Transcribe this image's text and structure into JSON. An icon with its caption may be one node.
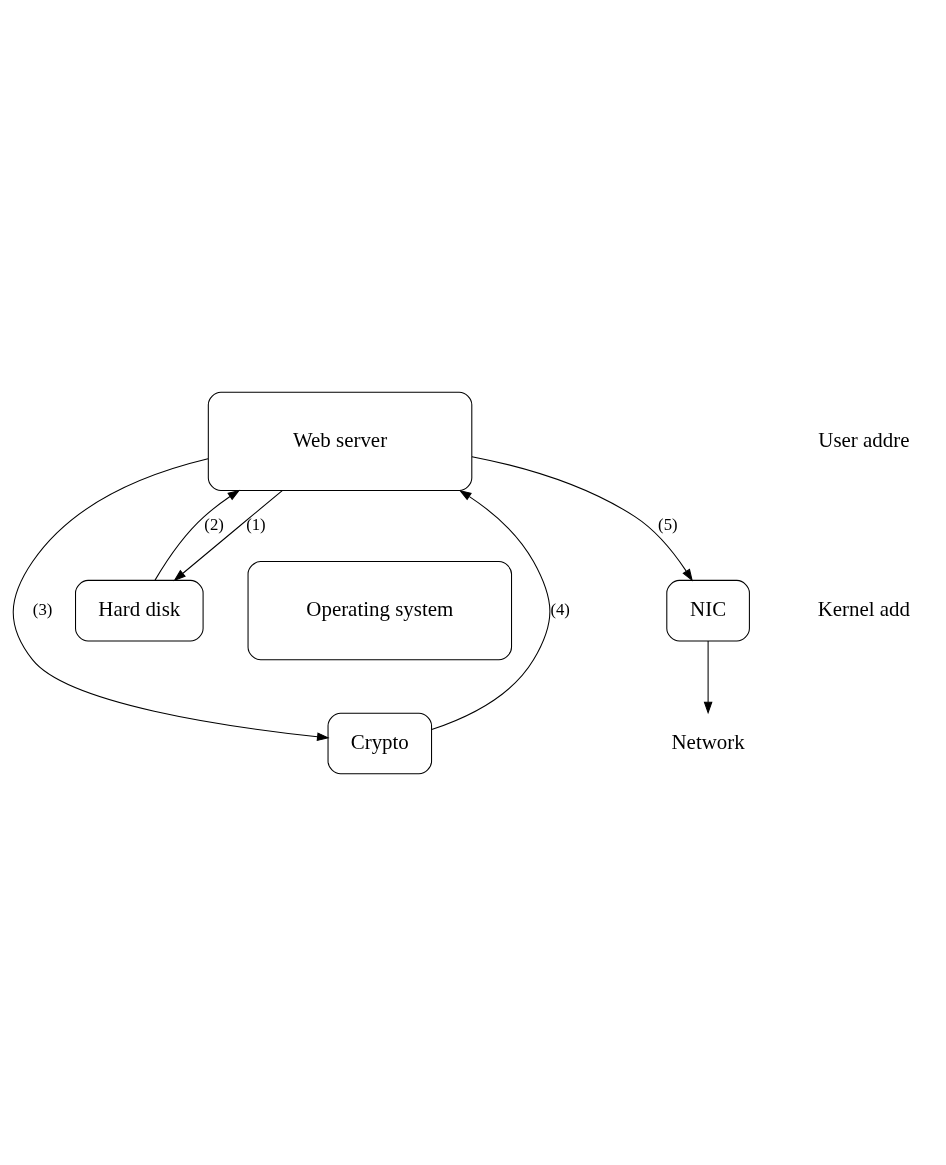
{
  "diagram": {
    "nodes": [
      {
        "text": [
          "Web server"
        ]
      },
      {
        "text": [
          "Operating system"
        ]
      },
      {
        "text": [
          "Hard disk"
        ]
      },
      {
        "text": [
          "Crypto"
        ]
      },
      {
        "text": [
          "NIC"
        ]
      },
      {
        "text": [
          "Network"
        ]
      }
    ],
    "edges": [
      {
        "from": 0,
        "to": 2,
        "arrow": "to",
        "label": "(1)"
      },
      {
        "from": 2,
        "to": 0,
        "arrow": "to",
        "label": "(2)"
      },
      {
        "from": 0,
        "to": 3,
        "arrow": "to",
        "label": "(3)"
      },
      {
        "from": 3,
        "to": 0,
        "arrow": "to",
        "label": "(4)"
      },
      {
        "from": 0,
        "to": 4,
        "arrow": "to",
        "label": "(5)"
      },
      {
        "from": 4,
        "to": 5,
        "arrow": "to"
      }
    ],
    "labels": [
      "User addre",
      "Kernel add"
    ]
  }
}
